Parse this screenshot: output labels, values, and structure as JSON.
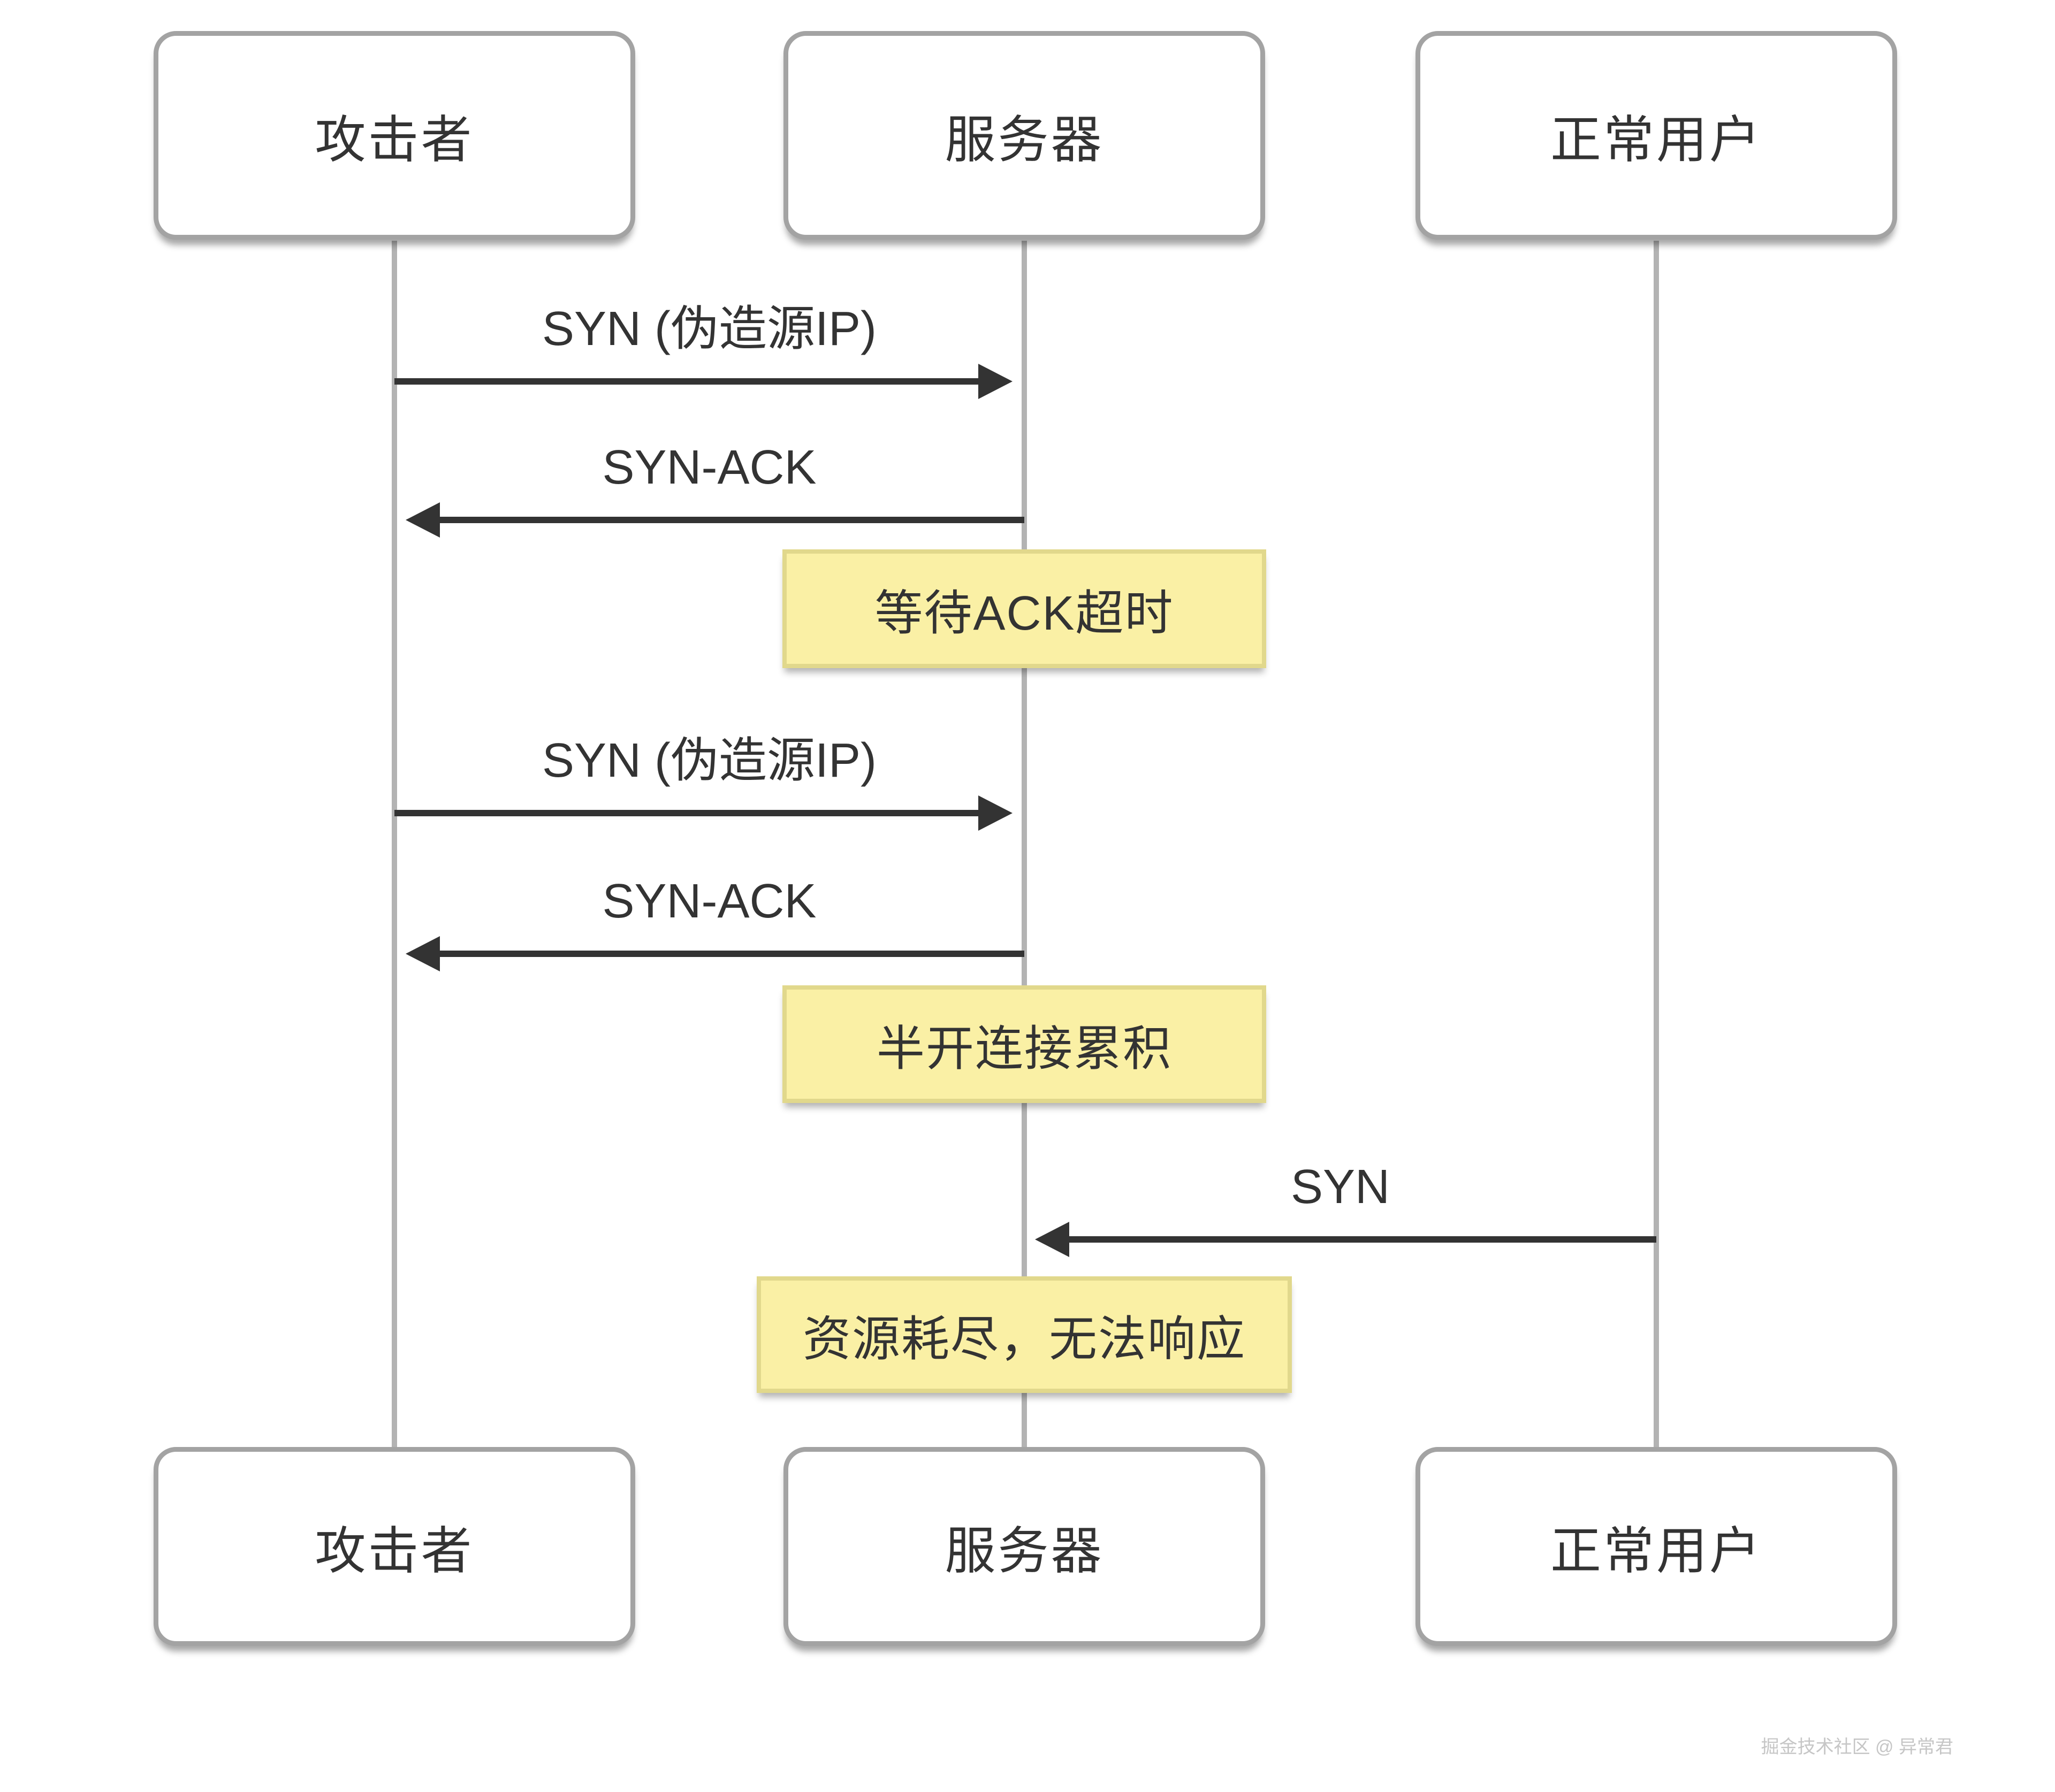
{
  "diagram": {
    "type": "sequence",
    "actors": [
      {
        "label": "攻击者"
      },
      {
        "label": "服务器"
      },
      {
        "label": "正常用户"
      }
    ],
    "messages": [
      {
        "from": "攻击者",
        "to": "服务器",
        "label": "SYN (伪造源IP)"
      },
      {
        "from": "服务器",
        "to": "攻击者",
        "label": "SYN-ACK"
      },
      {
        "from": "攻击者",
        "to": "服务器",
        "label": "SYN (伪造源IP)"
      },
      {
        "from": "服务器",
        "to": "攻击者",
        "label": "SYN-ACK"
      },
      {
        "from": "正常用户",
        "to": "服务器",
        "label": "SYN"
      }
    ],
    "notes": [
      {
        "over": "服务器",
        "label": "等待ACK超时"
      },
      {
        "over": "服务器",
        "label": "半开连接累积"
      },
      {
        "over": "服务器",
        "label": "资源耗尽，无法响应"
      }
    ],
    "watermark": "掘金技术社区 @ 异常君",
    "colors": {
      "background": "#ffffff",
      "actor_border": "#a3a3a3",
      "lifeline": "#b3b3b3",
      "message_line": "#333333",
      "text": "#333333",
      "note_fill": "#faf0a5",
      "note_border": "#e1d88c",
      "watermark_text": "#c6c6c6"
    }
  }
}
